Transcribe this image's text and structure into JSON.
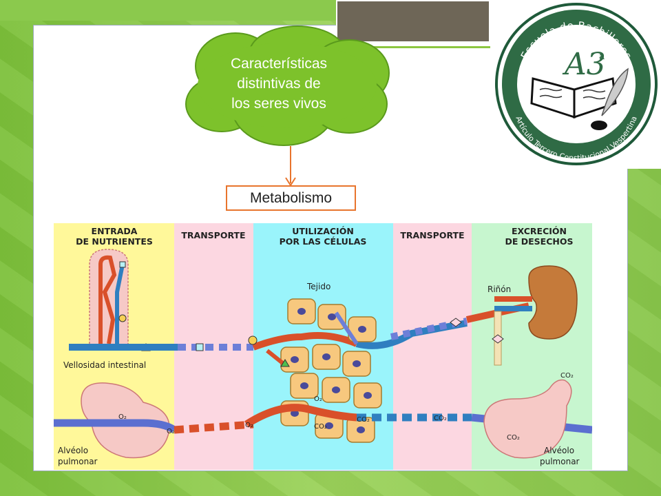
{
  "cloud": {
    "line1": "Características",
    "line2": "distintivas de",
    "line3": "los seres vivos"
  },
  "metabolism_box": "Metabolismo",
  "logo": {
    "top_text": "Escuela de Bachilleres",
    "bottom_text": "Artículo Tercero Constitucional Vespertina",
    "monogram": "A3",
    "monogram_sup": "a"
  },
  "columns": [
    {
      "line1": "ENTRADA",
      "line2": "DE NUTRIENTES",
      "color": "#fff89a"
    },
    {
      "line1": "TRANSPORTE",
      "line2": "",
      "color": "#fcd7e1"
    },
    {
      "line1": "UTILIZACIÓN",
      "line2": "POR LAS CÉLULAS",
      "color": "#9af4fb"
    },
    {
      "line1": "TRANSPORTE",
      "line2": "",
      "color": "#fcd7e1"
    },
    {
      "line1": "EXCRECIÓN",
      "line2": "DE DESECHOS",
      "color": "#c7f6cf"
    }
  ],
  "labels": {
    "tissue": "Tejido",
    "kidney": "Riñón",
    "villus": "Vellosidad intestinal",
    "alveolus_left_1": "Alvéolo",
    "alveolus_left_2": "pulmonar",
    "alveolus_right_1": "Alvéolo",
    "alveolus_right_2": "pulmonar"
  },
  "gases": {
    "o2_left_alveolus": "O₂",
    "o2_vessel_left": "O₂",
    "o2_vessel_mid": "O₂",
    "o2_tissue": "O₂",
    "co2_tissue": "CO₂",
    "co2_tissue_vessel": "CO₂",
    "co2_transport": "CO₂",
    "co2_right_vessel": "CO₂",
    "co2_right_top": "CO₂"
  }
}
